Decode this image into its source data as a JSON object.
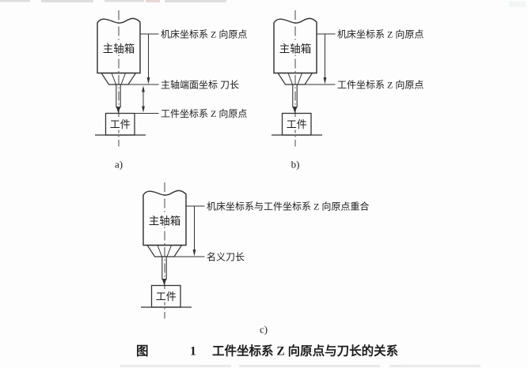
{
  "colors": {
    "background": "#fdfdfd",
    "line": "#343434",
    "text": "#1c1c1c"
  },
  "diagram_a": {
    "spindle_box_label": "主轴箱",
    "workpiece_label": "工件",
    "label_machine_origin": "机床坐标系 Z 向原点",
    "label_spindle_face_tool_length": "主轴端面坐标 刀长",
    "label_workpiece_origin": "工件坐标系 Z 向原点",
    "caption": "a)"
  },
  "diagram_b": {
    "spindle_box_label": "主轴箱",
    "workpiece_label": "工件",
    "label_machine_origin": "机床坐标系 Z 向原点",
    "label_workpiece_origin": "工件坐标系 Z 向原点",
    "caption": "b)"
  },
  "diagram_c": {
    "spindle_box_label": "主轴箱",
    "workpiece_label": "工件",
    "label_coincident_origin": "机床坐标系与工件坐标系 Z 向原点重合",
    "label_nominal_tool_length": "名义刀长",
    "caption": "c)"
  },
  "figure_caption": {
    "word_fig": "图",
    "number": "1",
    "title": "工件坐标系 Z 向原点与刀长的关系"
  }
}
